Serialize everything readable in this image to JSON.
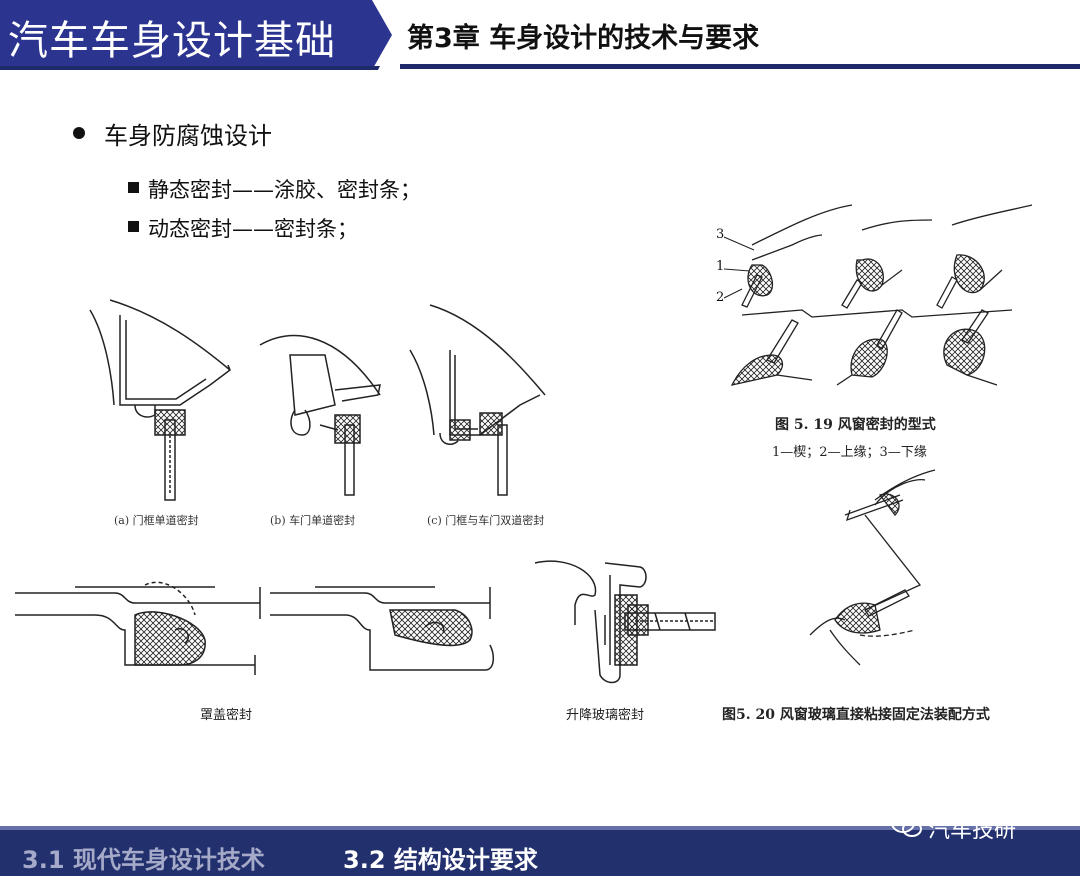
{
  "header": {
    "course_title": "汽车车身设计基础",
    "chapter_title": "第3章  车身设计的技术与要求",
    "accent_color": "#2b3590"
  },
  "content": {
    "bullet": "车身防腐蚀设计",
    "sub_items": [
      "静态密封——涂胶、密封条；",
      "动态密封——密封条；"
    ]
  },
  "figures": {
    "door_seals": {
      "captions": [
        "(a) 门框单道密封",
        "(b) 车门单道密封",
        "(c) 门框与车门双道密封"
      ]
    },
    "hood_seal_caption": "罩盖密封",
    "window_lift_caption": "升降玻璃密封",
    "fig_5_19": {
      "title": "图 5. 19    风窗密封的型式",
      "legend": "1—楔；2—上缘；3—下缘",
      "callouts": [
        "3",
        "1",
        "2"
      ]
    },
    "fig_5_20": {
      "title": "图5. 20    风窗玻璃直接粘接固定法装配方式"
    }
  },
  "footer": {
    "section_1": "3.1  现代车身设计技术",
    "section_2": "3.2  结构设计要求",
    "watermark": "汽车技研",
    "bar_color": "#23306e"
  }
}
